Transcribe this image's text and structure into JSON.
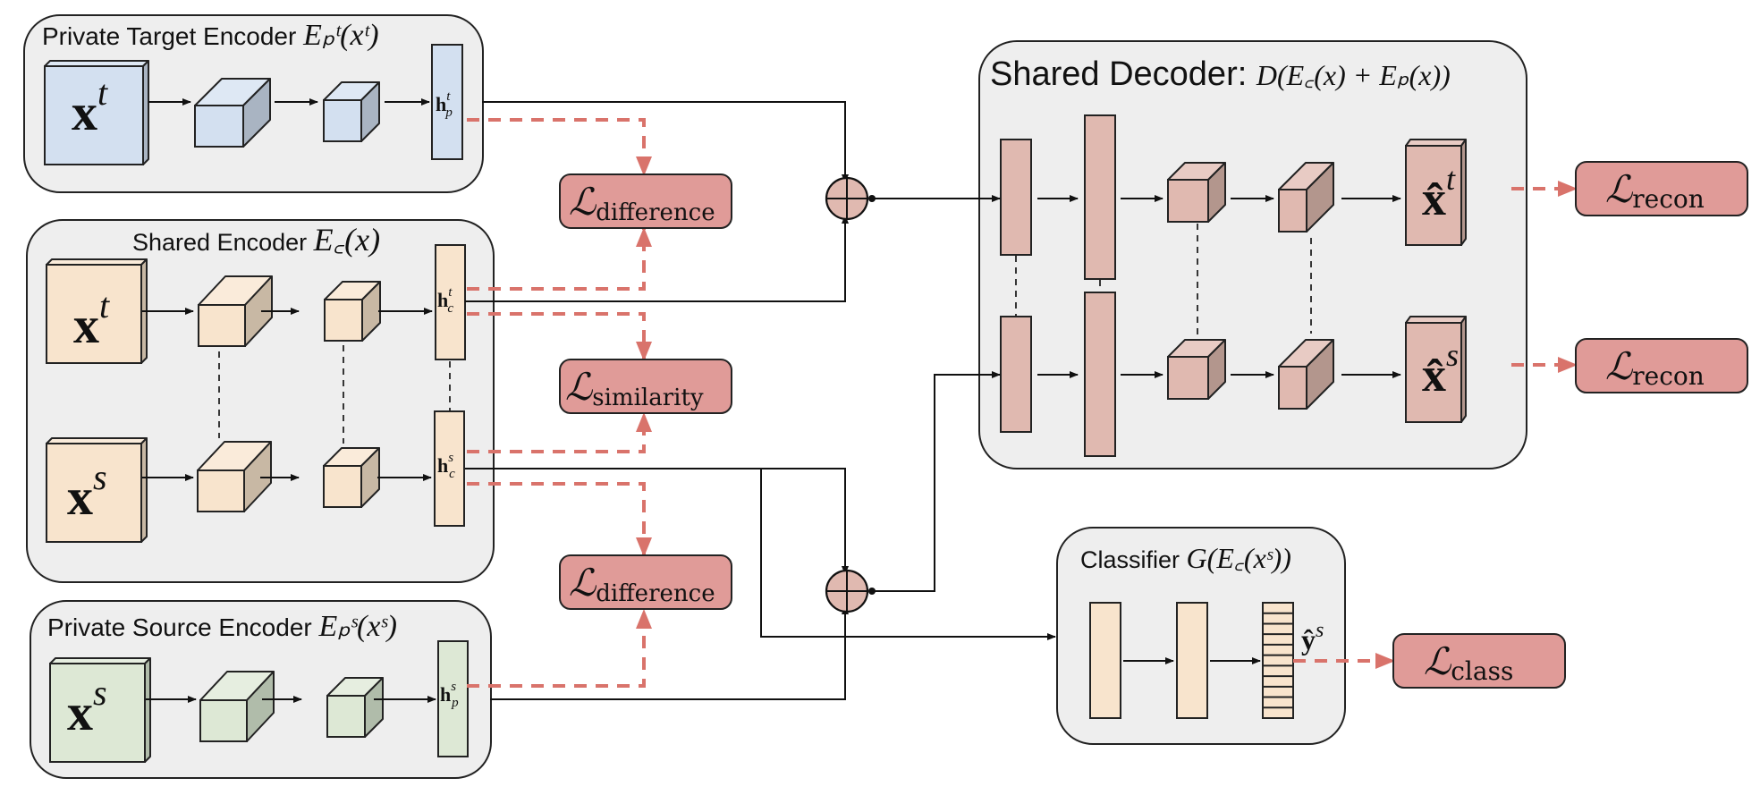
{
  "colors": {
    "target_private": "#d3e0f0",
    "target_private_side": "#a9b4c2",
    "shared": "#f8e4cd",
    "shared_side": "#c8b8a4",
    "source_private": "#dde8d5",
    "source_private_side": "#b0bcaa",
    "decoder": "#e0b9b0",
    "decoder_side": "#b3968d",
    "loss_fill": "#e09b98",
    "loss_arrow": "#d9736b",
    "panel": "#eeeeee"
  },
  "panels": {
    "private_target": {
      "title": "Private Target Encoder",
      "formula": "Eₚᵗ(xᵗ)",
      "input": "x",
      "input_sup": "t",
      "code": "h",
      "code_sub": "p",
      "code_sup": "t"
    },
    "shared": {
      "title": "Shared Encoder",
      "formula": "E꜀(x)",
      "input_t": "x",
      "input_t_sup": "t",
      "input_s": "x",
      "input_s_sup": "s",
      "code": "h",
      "code_sub": "c",
      "code_t_sup": "t",
      "code_s_sup": "s"
    },
    "private_source": {
      "title": "Private Source Encoder",
      "formula": "Eₚˢ(xˢ)",
      "input": "x",
      "input_sup": "s",
      "code": "h",
      "code_sub": "p",
      "code_sup": "s"
    },
    "decoder": {
      "title": "Shared Decoder:",
      "formula": "D(E꜀(x) + Eₚ(x))",
      "out_t": "x̂",
      "out_t_sup": "t",
      "out_s": "x̂",
      "out_s_sup": "s"
    },
    "classifier": {
      "title": "Classifier",
      "formula": "G(E꜀(xˢ))",
      "output": "ŷ",
      "output_sup": "s",
      "output_units": 11
    }
  },
  "losses": {
    "difference_top": {
      "symbol": "ℒ",
      "sub": "difference"
    },
    "similarity": {
      "symbol": "ℒ",
      "sub": "similarity"
    },
    "difference_bottom": {
      "symbol": "ℒ",
      "sub": "difference"
    },
    "recon_t": {
      "symbol": "ℒ",
      "sub": "recon"
    },
    "recon_s": {
      "symbol": "ℒ",
      "sub": "recon"
    },
    "class": {
      "symbol": "ℒ",
      "sub": "class"
    }
  },
  "sum_symbol": "+"
}
